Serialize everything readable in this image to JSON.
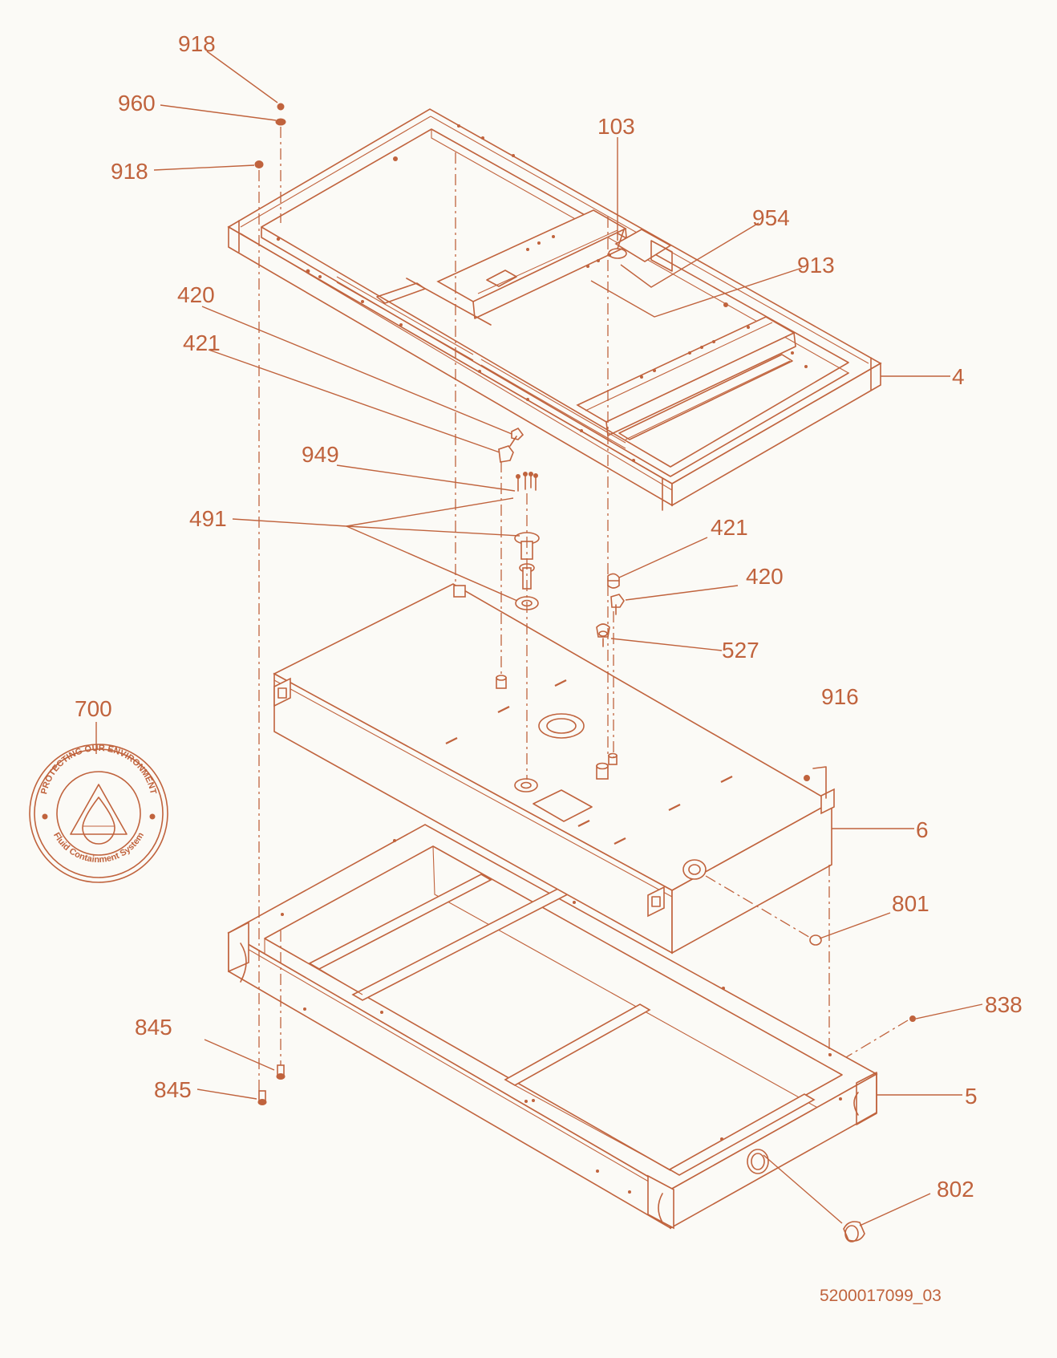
{
  "diagram": {
    "callouts": {
      "c918a": "918",
      "c960": "960",
      "c918b": "918",
      "c103": "103",
      "c954": "954",
      "c913": "913",
      "c420a": "420",
      "c421a": "421",
      "c4": "4",
      "c949": "949",
      "c491": "491",
      "c421b": "421",
      "c420b": "420",
      "c527": "527",
      "c700": "700",
      "c916": "916",
      "c6": "6",
      "c801": "801",
      "c838": "838",
      "c845a": "845",
      "c845b": "845",
      "c5": "5",
      "c802": "802"
    },
    "seal": {
      "top_text": "PROTECTING OUR ENVIRONMENT",
      "bottom_text": "Fluid Containment System"
    },
    "document_number": "5200017099_03"
  },
  "colors": {
    "line": "#c0633d",
    "background": "#fbfaf6"
  }
}
